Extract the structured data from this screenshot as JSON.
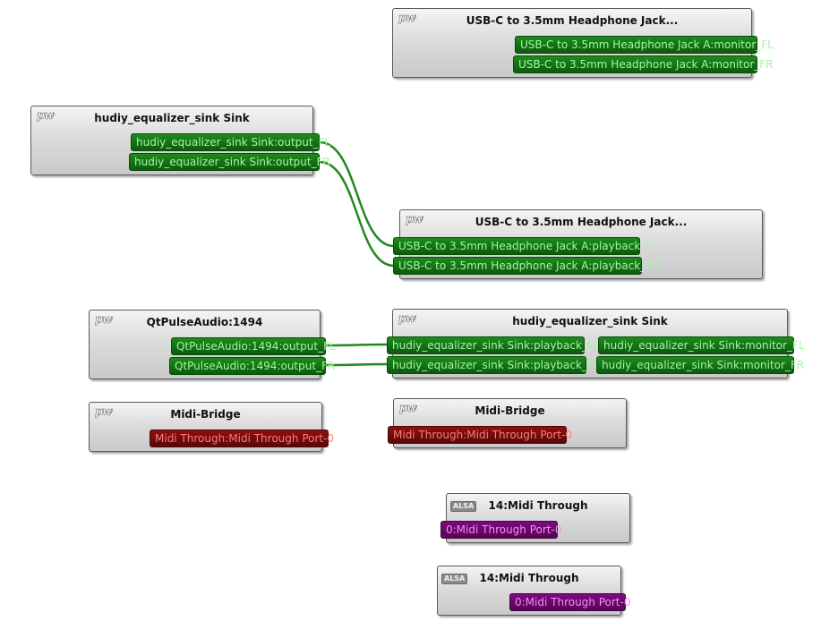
{
  "colors": {
    "audio_wire": "#1e8a1e",
    "audio_port": "#1c8c1c",
    "midi_port": "#8c1010",
    "alsa_port": "#7c0a7c"
  },
  "nodes": {
    "usbc_monitor": {
      "logo": "pw",
      "title": "USB-C to 3.5mm Headphone Jack...",
      "ports": [
        "USB-C to 3.5mm Headphone Jack A:monitor_FL",
        "USB-C to 3.5mm Headphone Jack A:monitor_FR"
      ]
    },
    "eq_sink_out": {
      "logo": "pw",
      "title": "hudiy_equalizer_sink Sink",
      "ports": [
        "hudiy_equalizer_sink Sink:output_FL",
        "hudiy_equalizer_sink Sink:output_FR"
      ]
    },
    "usbc_playback": {
      "logo": "pw",
      "title": "USB-C to 3.5mm Headphone Jack...",
      "ports": [
        "USB-C to 3.5mm Headphone Jack A:playback_FL",
        "USB-C to 3.5mm Headphone Jack A:playback_FR"
      ]
    },
    "qtpulse": {
      "logo": "pw",
      "title": "QtPulseAudio:1494",
      "ports": [
        "QtPulseAudio:1494:output_FL",
        "QtPulseAudio:1494:output_FR"
      ]
    },
    "eq_sink_in": {
      "logo": "pw",
      "title": "hudiy_equalizer_sink Sink",
      "playback_ports": [
        "hudiy_equalizer_sink Sink:playback_FL",
        "hudiy_equalizer_sink Sink:playback_FR"
      ],
      "monitor_ports": [
        "hudiy_equalizer_sink Sink:monitor_FL",
        "hudiy_equalizer_sink Sink:monitor_FR"
      ]
    },
    "midi_bridge_out": {
      "logo": "pw",
      "title": "Midi-Bridge",
      "ports": [
        "Midi Through:Midi Through Port-0"
      ]
    },
    "midi_bridge_in": {
      "logo": "pw",
      "title": "Midi-Bridge",
      "ports": [
        "Midi Through:Midi Through Port-0"
      ]
    },
    "alsa_midi_in": {
      "logo": "ALSA",
      "title": "14:Midi Through",
      "ports": [
        "0:Midi Through Port-0"
      ]
    },
    "alsa_midi_out": {
      "logo": "ALSA",
      "title": "14:Midi Through",
      "ports": [
        "0:Midi Through Port-0"
      ]
    }
  }
}
